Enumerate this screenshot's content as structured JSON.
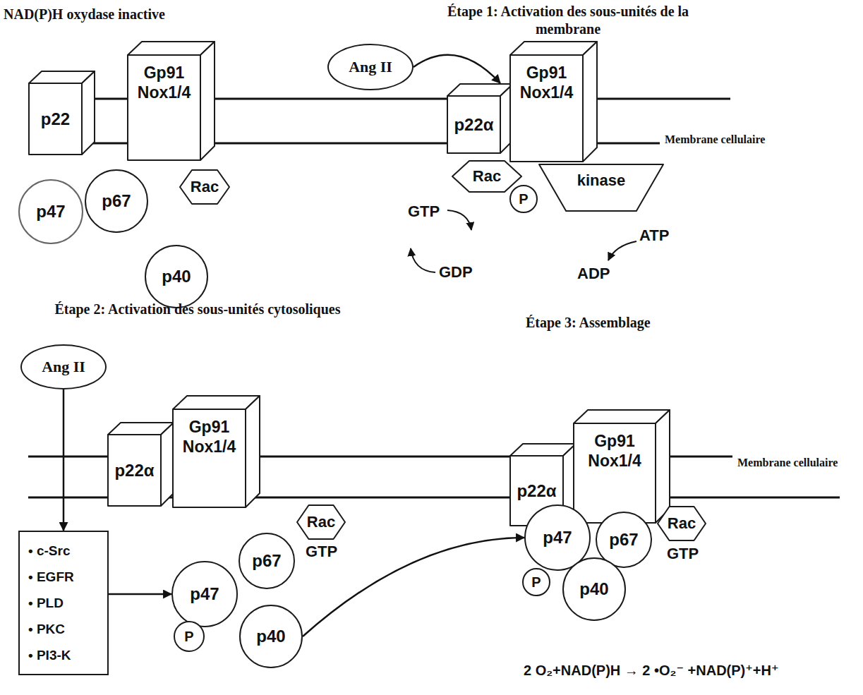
{
  "diagram": {
    "nodes": [
      {
        "text": [
          "p22"
        ]
      },
      {
        "text": [
          "Gp91 Nox1/4"
        ]
      },
      {
        "text": [
          "p47"
        ]
      },
      {
        "text": [
          "p67"
        ]
      },
      {
        "text": [
          "Rac"
        ]
      },
      {
        "text": [
          "p40"
        ]
      },
      {
        "text": [
          "Ang II"
        ]
      },
      {
        "text": [
          "p22α"
        ]
      },
      {
        "text": [
          "Gp91 Nox1/4"
        ]
      },
      {
        "text": [
          "Rac"
        ]
      },
      {
        "text": [
          "P"
        ]
      },
      {
        "text": [
          "kinase"
        ]
      },
      {
        "text": [
          "Ang II"
        ]
      },
      {
        "text": [
          "• c-Src",
          "• EGFR",
          "• PLD",
          "• PKC",
          "• PI3-K"
        ]
      },
      {
        "text": [
          "p22α"
        ]
      },
      {
        "text": [
          "Gp91 Nox1/4"
        ]
      },
      {
        "text": [
          "p47"
        ]
      },
      {
        "text": [
          "P"
        ]
      },
      {
        "text": [
          "p67"
        ]
      },
      {
        "text": [
          "Rac"
        ]
      },
      {
        "text": [
          "p40"
        ]
      },
      {
        "text": [
          "p22α"
        ]
      },
      {
        "text": [
          "Gp91 Nox1/4"
        ]
      },
      {
        "text": [
          "p47"
        ]
      },
      {
        "text": [
          "p67"
        ]
      },
      {
        "text": [
          "Rac"
        ]
      },
      {
        "text": [
          "P"
        ]
      },
      {
        "text": [
          "p40"
        ]
      }
    ],
    "edges": [
      {
        "from": 6,
        "to": 7,
        "arrow": "to"
      },
      {
        "from": 12,
        "to": 13,
        "arrow": "to"
      },
      {
        "from": 13,
        "to": 16,
        "arrow": "to"
      },
      {
        "from": 20,
        "to": 23,
        "arrow": "to"
      }
    ],
    "labels": [
      "NAD(P)H oxydase inactive",
      "Étape 1: Activation des sous-unités de la membrane",
      "Membrane cellulaire",
      "GTP",
      "GDP",
      "ATP",
      "ADP",
      "Étape 2: Activation des sous-unités cytosoliques",
      "Étape 3: Assemblage",
      "Membrane cellulaire",
      "GTP",
      "GTP",
      "2 O₂+NAD(P)H → 2 •O₂⁻ +NAD(P)⁺+H⁺"
    ]
  }
}
